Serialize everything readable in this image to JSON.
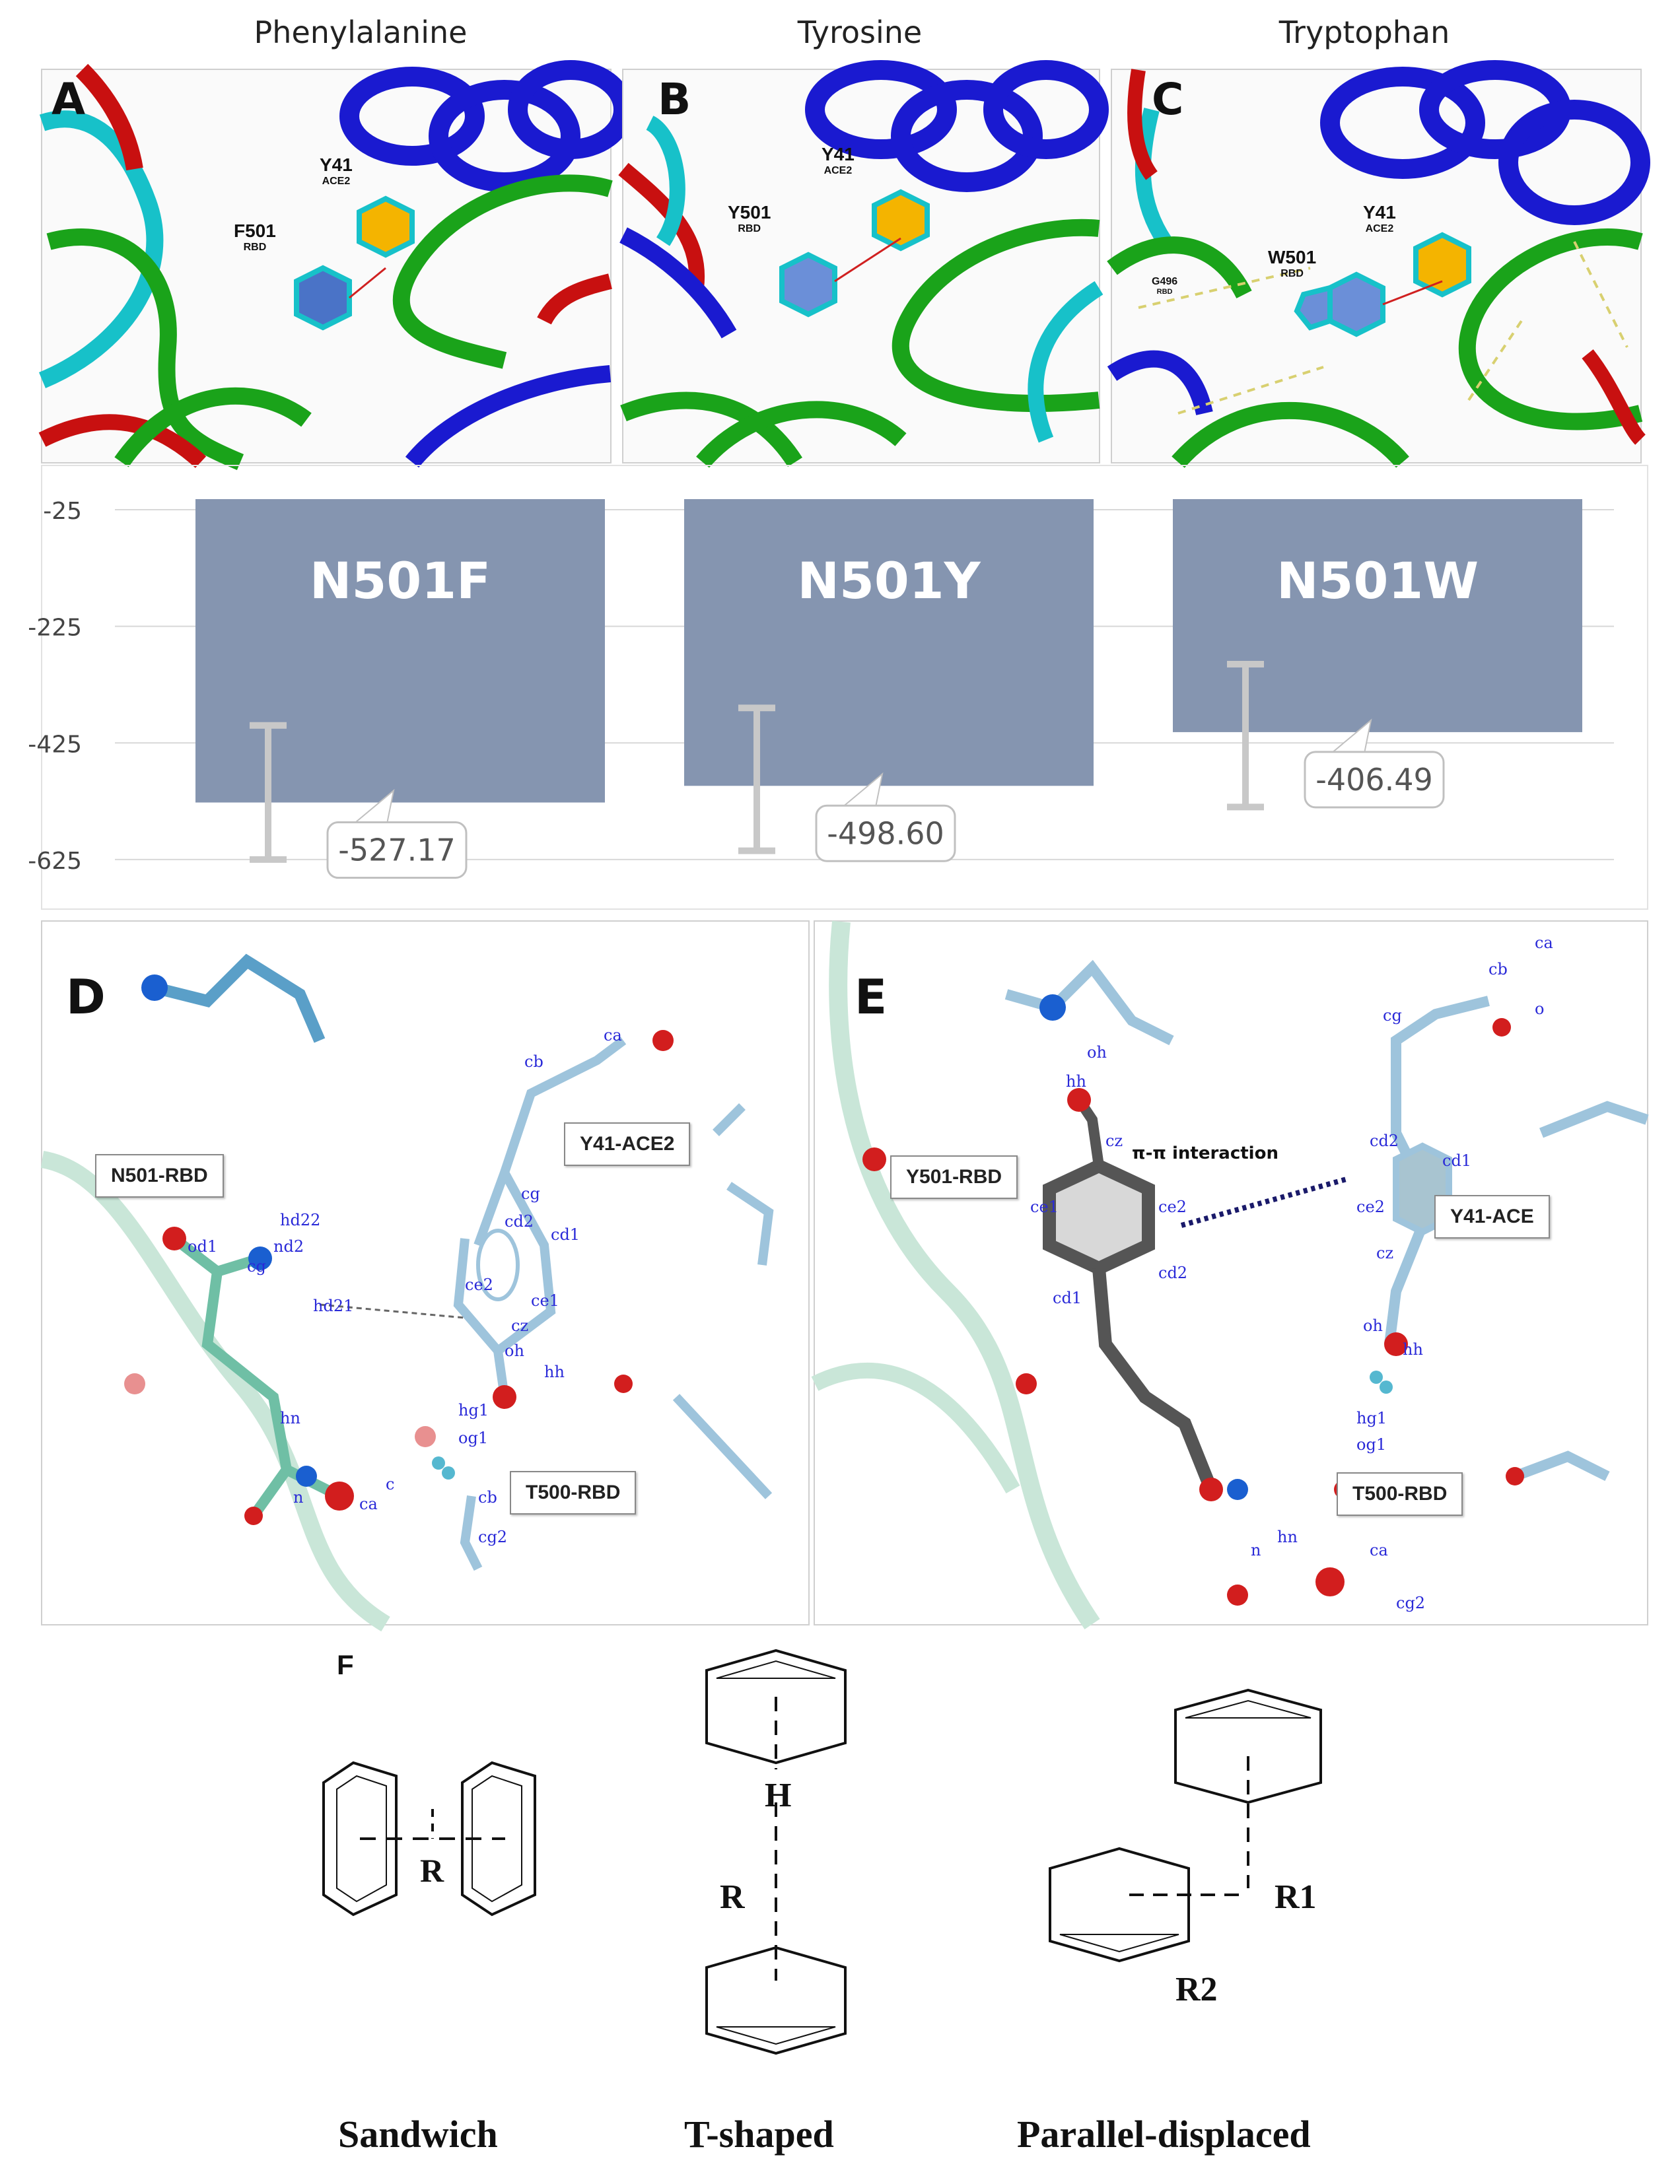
{
  "columns": [
    "Phenylalanine",
    "Tyrosine",
    "Tryptophan"
  ],
  "panels": {
    "A": {
      "letter": "A",
      "residue": "F501",
      "residue_sub": "RBD",
      "partner": "Y41",
      "partner_sub": "ACE2"
    },
    "B": {
      "letter": "B",
      "residue": "Y501",
      "residue_sub": "RBD",
      "partner": "Y41",
      "partner_sub": "ACE2"
    },
    "C": {
      "letter": "C",
      "residue": "W501",
      "residue_sub": "RBD",
      "partner": "Y41",
      "partner_sub": "ACE2",
      "extra": "G496",
      "extra_sub": "RBD"
    },
    "D": {
      "letter": "D",
      "labels": [
        "N501-RBD",
        "Y41-ACE2",
        "T500-RBD"
      ]
    },
    "E": {
      "letter": "E",
      "labels": [
        "Y501-RBD",
        "Y41-ACE",
        "T500-RBD"
      ],
      "interaction": "π-π interaction"
    },
    "F": {
      "letter": "F"
    }
  },
  "chart_data": {
    "type": "bar",
    "categories": [
      "N501F",
      "N501Y",
      "N501W"
    ],
    "values": [
      -527.17,
      -498.6,
      -406.49
    ],
    "value_labels": [
      "-527.17",
      "-498.60",
      "-406.49"
    ],
    "error_low": [
      -625,
      -610,
      -535
    ],
    "error_high": [
      -395,
      -365,
      -290
    ],
    "yticks": [
      "-25",
      "-225",
      "-425",
      "-625"
    ],
    "ylim": [
      -650,
      -25
    ],
    "bar_color": "#8595b0"
  },
  "stacking": {
    "sandwich": {
      "label": "Sandwich",
      "r": "R"
    },
    "tshaped": {
      "label": "T-shaped",
      "r": "R",
      "h": "H"
    },
    "parallel": {
      "label": "Parallel-displaced",
      "r1": "R1",
      "r2": "R2"
    }
  }
}
